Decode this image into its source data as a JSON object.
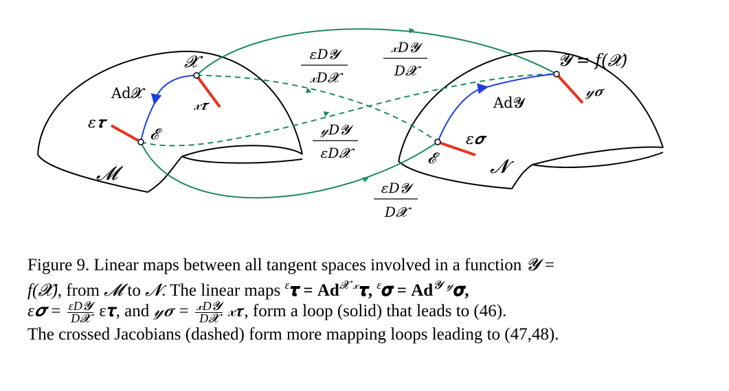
{
  "figure": {
    "colors": {
      "outline": "#000000",
      "green": "#1a8a5a",
      "blue": "#1f3fe0",
      "red": "#e8321e"
    },
    "manifold_M": "𝓜",
    "manifold_N": "𝓝",
    "X": "𝓧",
    "E_left": "𝓔",
    "E_right": "𝓔",
    "Y_eq": "𝓨 = f(𝓧)",
    "Ad_X": "Ad𝓧",
    "Ad_Y": "Ad𝓨",
    "eps_tau": "ε𝝉",
    "x_tau": "𝓍𝝉",
    "eps_sigma": "ε𝝈",
    "y_sigma": "𝓎𝝈",
    "frac_eDY_xDX": {
      "num": "εD𝓨",
      "den": "𝓍D𝓧"
    },
    "frac_xDY_DX": {
      "num": "𝓍D𝓨",
      "den": "D𝓧"
    },
    "frac_yDY_eDX": {
      "num": "𝓎D𝓨",
      "den": "εD𝓧"
    },
    "frac_eDY_DX": {
      "num": "εD𝓨",
      "den": "D𝓧"
    }
  },
  "caption": {
    "l1_a": "Figure 9.  Linear maps between all tangent spaces involved in a function ",
    "l1_b": "𝓨 =",
    "l2_a": "f(𝓧)",
    "l2_b": ", from ",
    "l2_c": "𝓜",
    "l2_d": " to ",
    "l2_e": "𝓝",
    "l2_f": ". The linear maps ",
    "l2_g": "ε",
    "l2_h": "𝝉 = ",
    "l2_i": "Ad",
    "l2_j": "𝓧",
    "l2_k": "𝓍",
    "l2_l": "𝝉, ",
    "l2_m": "ε",
    "l2_n": "𝝈 = ",
    "l2_o": "Ad",
    "l2_p": "𝓨",
    "l2_q": "𝓎",
    "l2_r": "𝝈,",
    "l3_a": "ε𝝈 = ",
    "l3_f1_num": "εD𝓨",
    "l3_f1_den": "D𝓧",
    "l3_b": " ε𝝉, and ",
    "l3_c": "𝓎𝝈 = ",
    "l3_f2_num": "𝓍D𝓨",
    "l3_f2_den": "D𝓧",
    "l3_d": " 𝓍𝝉, form a loop (solid) that leads to (46).",
    "l4": "The crossed Jacobians (dashed) form more mapping loops leading to (47,48)."
  }
}
